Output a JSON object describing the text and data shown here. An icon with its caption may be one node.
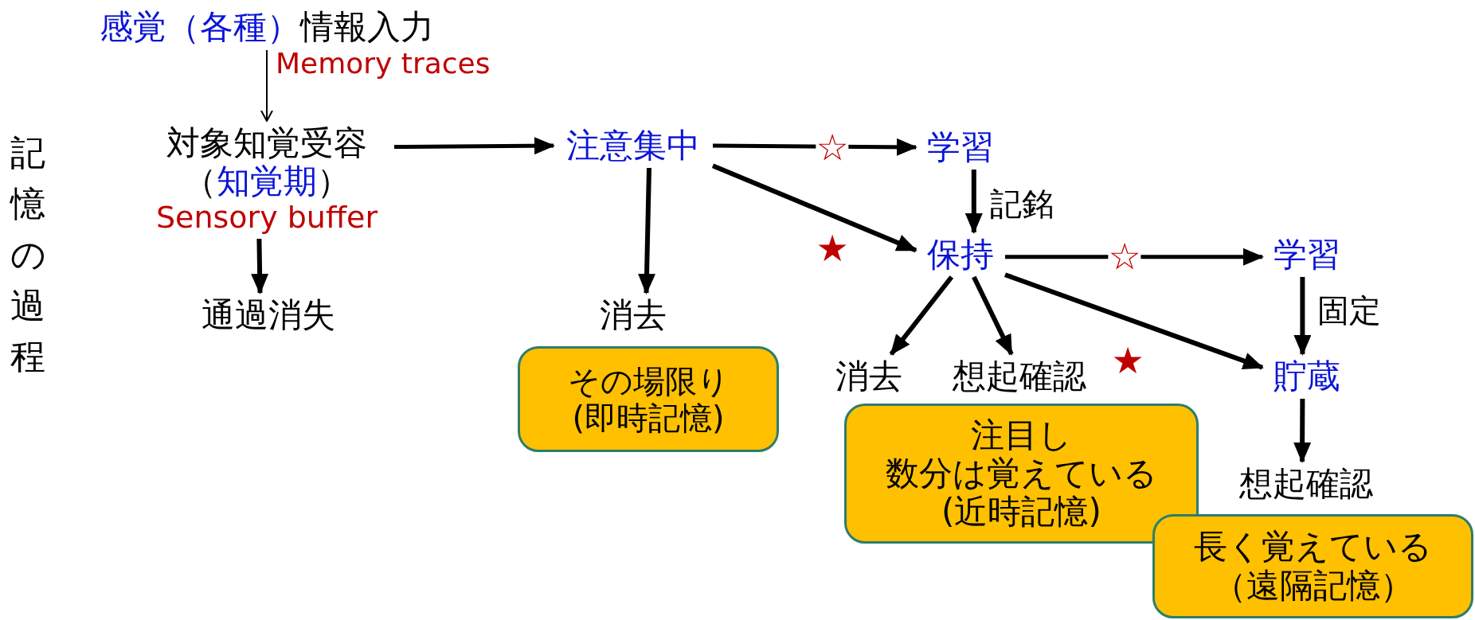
{
  "diagram": {
    "nodes": [
      {
        "text": [
          "感覚（各種）",
          "情報入力"
        ]
      },
      {
        "text": [
          "対象知覚受容",
          "（知覚期）",
          "Sensory buffer"
        ]
      },
      {
        "text": [
          "通過消失"
        ]
      },
      {
        "text": [
          "注意集中"
        ]
      },
      {
        "text": [
          "消去"
        ]
      },
      {
        "text": [
          "その場限り",
          "(即時記憶)"
        ]
      },
      {
        "text": [
          "学習"
        ]
      },
      {
        "text": [
          "保持"
        ]
      },
      {
        "text": [
          "消去"
        ]
      },
      {
        "text": [
          "想起確認"
        ]
      },
      {
        "text": [
          "注目し",
          "数分は覚えている",
          "(近時記憶)"
        ]
      },
      {
        "text": [
          "学習"
        ]
      },
      {
        "text": [
          "貯蔵"
        ]
      },
      {
        "text": [
          "想起確認"
        ]
      },
      {
        "text": [
          "長く覚えている",
          "（遠隔記憶）"
        ]
      }
    ],
    "edges": [
      {
        "from": 0,
        "to": 1,
        "arrow": "to",
        "label": "Memory traces"
      },
      {
        "from": 1,
        "to": 2,
        "arrow": "to"
      },
      {
        "from": 1,
        "to": 3,
        "arrow": "to"
      },
      {
        "from": 3,
        "to": 4,
        "arrow": "to"
      },
      {
        "from": 3,
        "to": 6,
        "arrow": "to",
        "label": "☆"
      },
      {
        "from": 3,
        "to": 7,
        "arrow": "to",
        "label": "★"
      },
      {
        "from": 6,
        "to": 7,
        "arrow": "to",
        "label": "記銘"
      },
      {
        "from": 7,
        "to": 8,
        "arrow": "to"
      },
      {
        "from": 7,
        "to": 9,
        "arrow": "to"
      },
      {
        "from": 7,
        "to": 11,
        "arrow": "to",
        "label": "☆"
      },
      {
        "from": 7,
        "to": 12,
        "arrow": "to",
        "label": "★"
      },
      {
        "from": 11,
        "to": 12,
        "arrow": "to",
        "label": "固定"
      },
      {
        "from": 12,
        "to": 13,
        "arrow": "to"
      }
    ],
    "labels": [
      "記憶の過程"
    ]
  }
}
